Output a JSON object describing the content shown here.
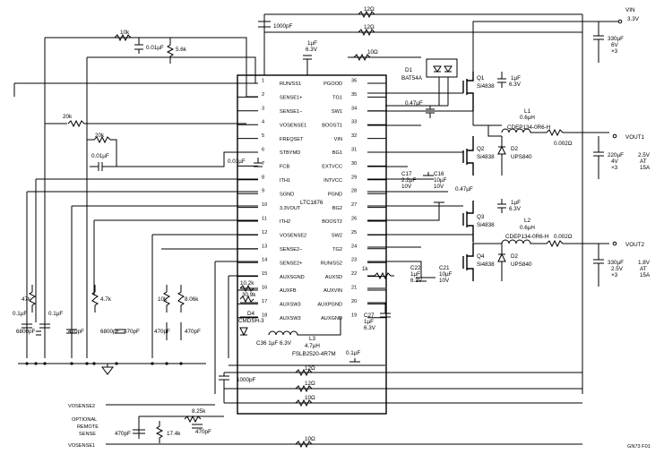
{
  "ic": {
    "part": "LTC1876",
    "left_pins": [
      {
        "num": "1",
        "name": "RUN/SS1"
      },
      {
        "num": "2",
        "name": "SENSE1+"
      },
      {
        "num": "3",
        "name": "SENSE1−"
      },
      {
        "num": "4",
        "name": "VOSENSE1"
      },
      {
        "num": "5",
        "name": "FREQSET"
      },
      {
        "num": "6",
        "name": "STBYMD"
      },
      {
        "num": "7",
        "name": "FCB"
      },
      {
        "num": "8",
        "name": "ITH1"
      },
      {
        "num": "9",
        "name": "SGND"
      },
      {
        "num": "10",
        "name": "3.3VOUT"
      },
      {
        "num": "11",
        "name": "ITH2"
      },
      {
        "num": "12",
        "name": "VOSENSE2"
      },
      {
        "num": "13",
        "name": "SENSE2−"
      },
      {
        "num": "14",
        "name": "SENSE2+"
      },
      {
        "num": "15",
        "name": "AUXSGND"
      },
      {
        "num": "16",
        "name": "AUXFB"
      },
      {
        "num": "17",
        "name": "AUXSW3"
      },
      {
        "num": "18",
        "name": "AUXSW3"
      }
    ],
    "right_pins": [
      {
        "num": "36",
        "name": "PGOOD"
      },
      {
        "num": "35",
        "name": "TG1"
      },
      {
        "num": "34",
        "name": "SW1"
      },
      {
        "num": "33",
        "name": "BOOST1"
      },
      {
        "num": "32",
        "name": "VIN"
      },
      {
        "num": "31",
        "name": "BG1"
      },
      {
        "num": "30",
        "name": "EXTVCC"
      },
      {
        "num": "29",
        "name": "INTVCC"
      },
      {
        "num": "28",
        "name": "PGND"
      },
      {
        "num": "27",
        "name": "BG2"
      },
      {
        "num": "26",
        "name": "BOOST2"
      },
      {
        "num": "25",
        "name": "SW2"
      },
      {
        "num": "24",
        "name": "TG2"
      },
      {
        "num": "23",
        "name": "RUN/SS2"
      },
      {
        "num": "22",
        "name": "AUXSD"
      },
      {
        "num": "21",
        "name": "AUXVIN"
      },
      {
        "num": "20",
        "name": "AUXPGND"
      },
      {
        "num": "19",
        "name": "AUXGND"
      }
    ]
  },
  "labels": {
    "vin_name": "VIN",
    "vin_value": "3.3V",
    "vout1": "VOUT1",
    "vout1_spec": [
      "2.5V",
      "AT",
      "15A"
    ],
    "vout2": "VOUT2",
    "vout2_spec": [
      "1.8V",
      "AT",
      "15A"
    ],
    "vosense2": "VOSENSE2",
    "vosense1": "VOSENSE1",
    "optional": [
      "OPTIONAL",
      "REMOTE",
      "SENSE"
    ],
    "figure_id": "GN73 F01"
  },
  "components": {
    "c_1000pf_top": "1000pF",
    "r_12_top1": "12Ω",
    "r_12_top2": "12Ω",
    "r_10k": "10k",
    "c_001uf_top": "0.01µF",
    "r_56k": "5.6k",
    "c_1uf_63v_top": [
      "1µF",
      "6.3V"
    ],
    "r_10_top": "10Ω",
    "d1": [
      "D1",
      "BAT54A"
    ],
    "q1": [
      "Q1",
      "Si4838"
    ],
    "c_1uf_q1": [
      "1µF",
      "6.3V"
    ],
    "c_047_q1": "0.47µF",
    "l1": [
      "L1",
      "0.6µH",
      "CDEP134-0R6-H"
    ],
    "q2": [
      "Q2",
      "Si4838"
    ],
    "d2a": [
      "D2",
      "UPS840"
    ],
    "r_sense1": "0.002Ω",
    "c_330_in": [
      "330µF",
      "6V",
      "×3"
    ],
    "c_220_out1": [
      "220µF",
      "4V",
      "×3"
    ],
    "r_20k_a": "20k",
    "r_20k_b": "20k",
    "c_001uf_mid": "0.01µF",
    "c_001uf_fcb": "0.01µF",
    "c17": [
      "C17",
      "2.2µF",
      "10V"
    ],
    "c16": [
      "C16",
      "10µF",
      "10V"
    ],
    "c_047_q3": "0.47µF",
    "q3": [
      "Q3",
      "Si4838"
    ],
    "c_1uf_q3": [
      "1µF",
      "6.3V"
    ],
    "l2": [
      "L2",
      "0.6µH",
      "CDEP134-0R6-H"
    ],
    "q4": [
      "Q4",
      "Si4838"
    ],
    "d2b": [
      "D2",
      "UPS840"
    ],
    "r_sense2": "0.002Ω",
    "c_330_out2": [
      "330µF",
      "2.5V",
      "×3"
    ],
    "c22": [
      "C22",
      "1µF",
      "6.3V"
    ],
    "c21": [
      "C21",
      "10µF",
      "10V"
    ],
    "r_1k": "1k",
    "c27": [
      "C27",
      "1µF",
      "6.3V"
    ],
    "r_102k": "10.2k",
    "r_309k": "30.9k",
    "d4": [
      "D4",
      "CMDSH-3"
    ],
    "c36": "C36 1µF 6.3V",
    "l3": [
      "L3",
      "4.7µH",
      "FSLB2520-4R7M"
    ],
    "c_01_l3": "0.1µF",
    "r_12_bot1": "12Ω",
    "r_12_bot2": "12Ω",
    "r_10_bot": "10Ω",
    "c_1000pf_bot": "1000pF",
    "r_47k_a": "47k",
    "r_47k_b": "4.7k",
    "r_10k_b": "10k",
    "r_806k": "8.06k",
    "c_01_a": "0.1µF",
    "c_01_b": "0.1µF",
    "c_6800_a": "6800pF",
    "c_470_a": "470pF",
    "c_6800_b": "6800pF",
    "c_470_b": "470pF",
    "c_470_c": "470pF",
    "c_470_d": "470pF",
    "r_825k": "8.25k",
    "c_470_e": "470pF",
    "r_174k": "17.4k",
    "c_470_f": "470pF",
    "r_10_vos1": "10Ω"
  }
}
